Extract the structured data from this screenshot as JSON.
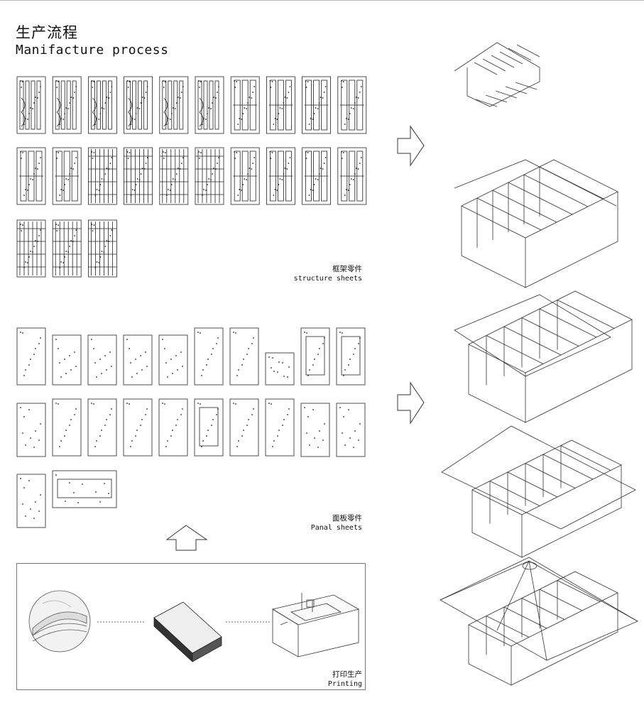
{
  "title": {
    "cn": "生产流程",
    "en": "Manifacture process"
  },
  "sections": {
    "structure": {
      "cn": "框架零件",
      "en": "structure sheets"
    },
    "panel": {
      "cn": "面板零件",
      "en": "Panal sheets"
    },
    "printing": {
      "cn": "打印生产",
      "en": "Printing"
    }
  },
  "assembly_stages": [
    "frame-module",
    "full-frame",
    "panels-walls",
    "panels-roof",
    "finished-house"
  ],
  "arrow_icons": [
    "arrow-right-icon",
    "arrow-right-icon",
    "arrow-up-icon"
  ],
  "printing_steps": [
    "plywood-layers",
    "sheet-stack",
    "cnc-machine"
  ]
}
